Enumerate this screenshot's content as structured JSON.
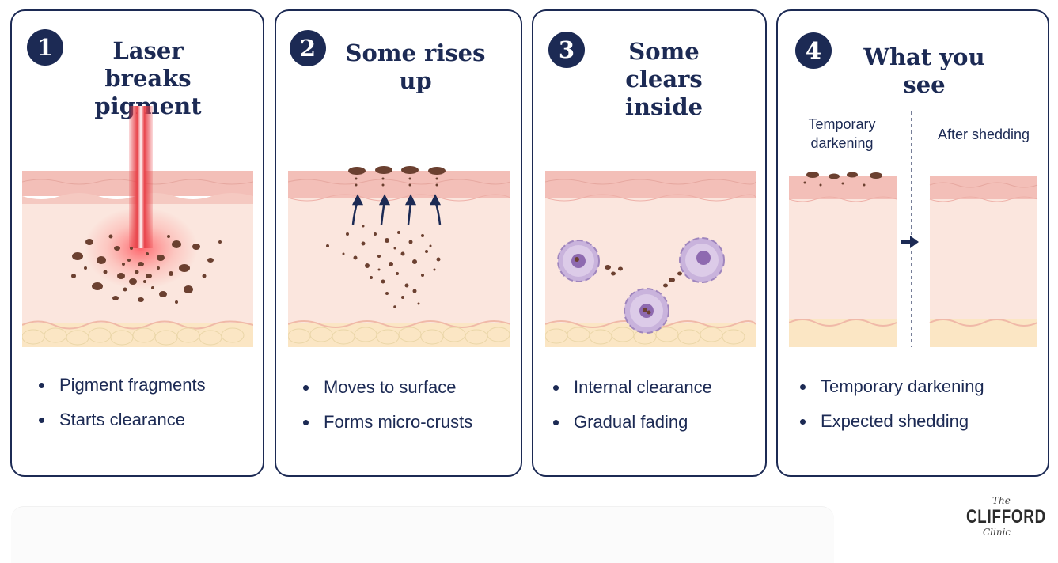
{
  "panels": [
    {
      "number": "1",
      "title_line1": "Laser breaks",
      "title_line2": "pigment",
      "bullets": [
        "Pigment fragments",
        "Starts clearance"
      ]
    },
    {
      "number": "2",
      "title_line1": "Some rises up",
      "title_line2": "",
      "bullets": [
        "Moves to surface",
        "Forms micro-crusts"
      ]
    },
    {
      "number": "3",
      "title_line1": "Some clears",
      "title_line2": "inside",
      "bullets": [
        "Internal clearance",
        "Gradual fading"
      ]
    },
    {
      "number": "4",
      "title_line1": "What you see",
      "title_line2": "",
      "bullets": [
        "Temporary darkening",
        "Expected shedding"
      ],
      "left_label_line1": "Temporary",
      "left_label_line2": "darkening",
      "right_label": "After shedding"
    }
  ],
  "logo": {
    "top": "The",
    "word": "CLIFFORD",
    "bottom": "Clinic"
  },
  "colors": {
    "navy": "#1c2a54",
    "epidermis": "#f3bfb8",
    "dermis": "#fbe6de",
    "fat": "#fbe6c4",
    "pigment": "#6b4030",
    "laser": "#e8434a",
    "macrophage": "#c9b3dc"
  }
}
